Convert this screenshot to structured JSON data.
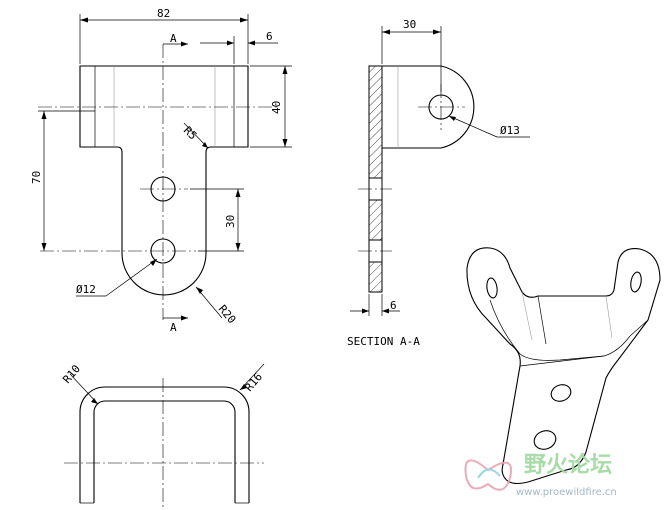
{
  "drawing": {
    "dims": {
      "width_82": "82",
      "width_6": "6",
      "height_40": "40",
      "height_70": "70",
      "height_30": "30",
      "radius_r5": "R5",
      "diam_12": "Ø12",
      "radius_r20": "R20",
      "section_30": "30",
      "section_diam_13": "Ø13",
      "section_6": "6",
      "radius_r10": "R10",
      "radius_r16": "R16"
    },
    "section_marker_top": "A",
    "section_marker_bottom": "A",
    "section_title": "SECTION  A-A"
  },
  "watermark": {
    "title": "野火论坛",
    "url": "www.proewildfire.cn"
  },
  "colors": {
    "line": "#000000",
    "tangent": "#999999",
    "watermark_green": "#9ed89e",
    "watermark_gray": "#9ab0c0"
  }
}
